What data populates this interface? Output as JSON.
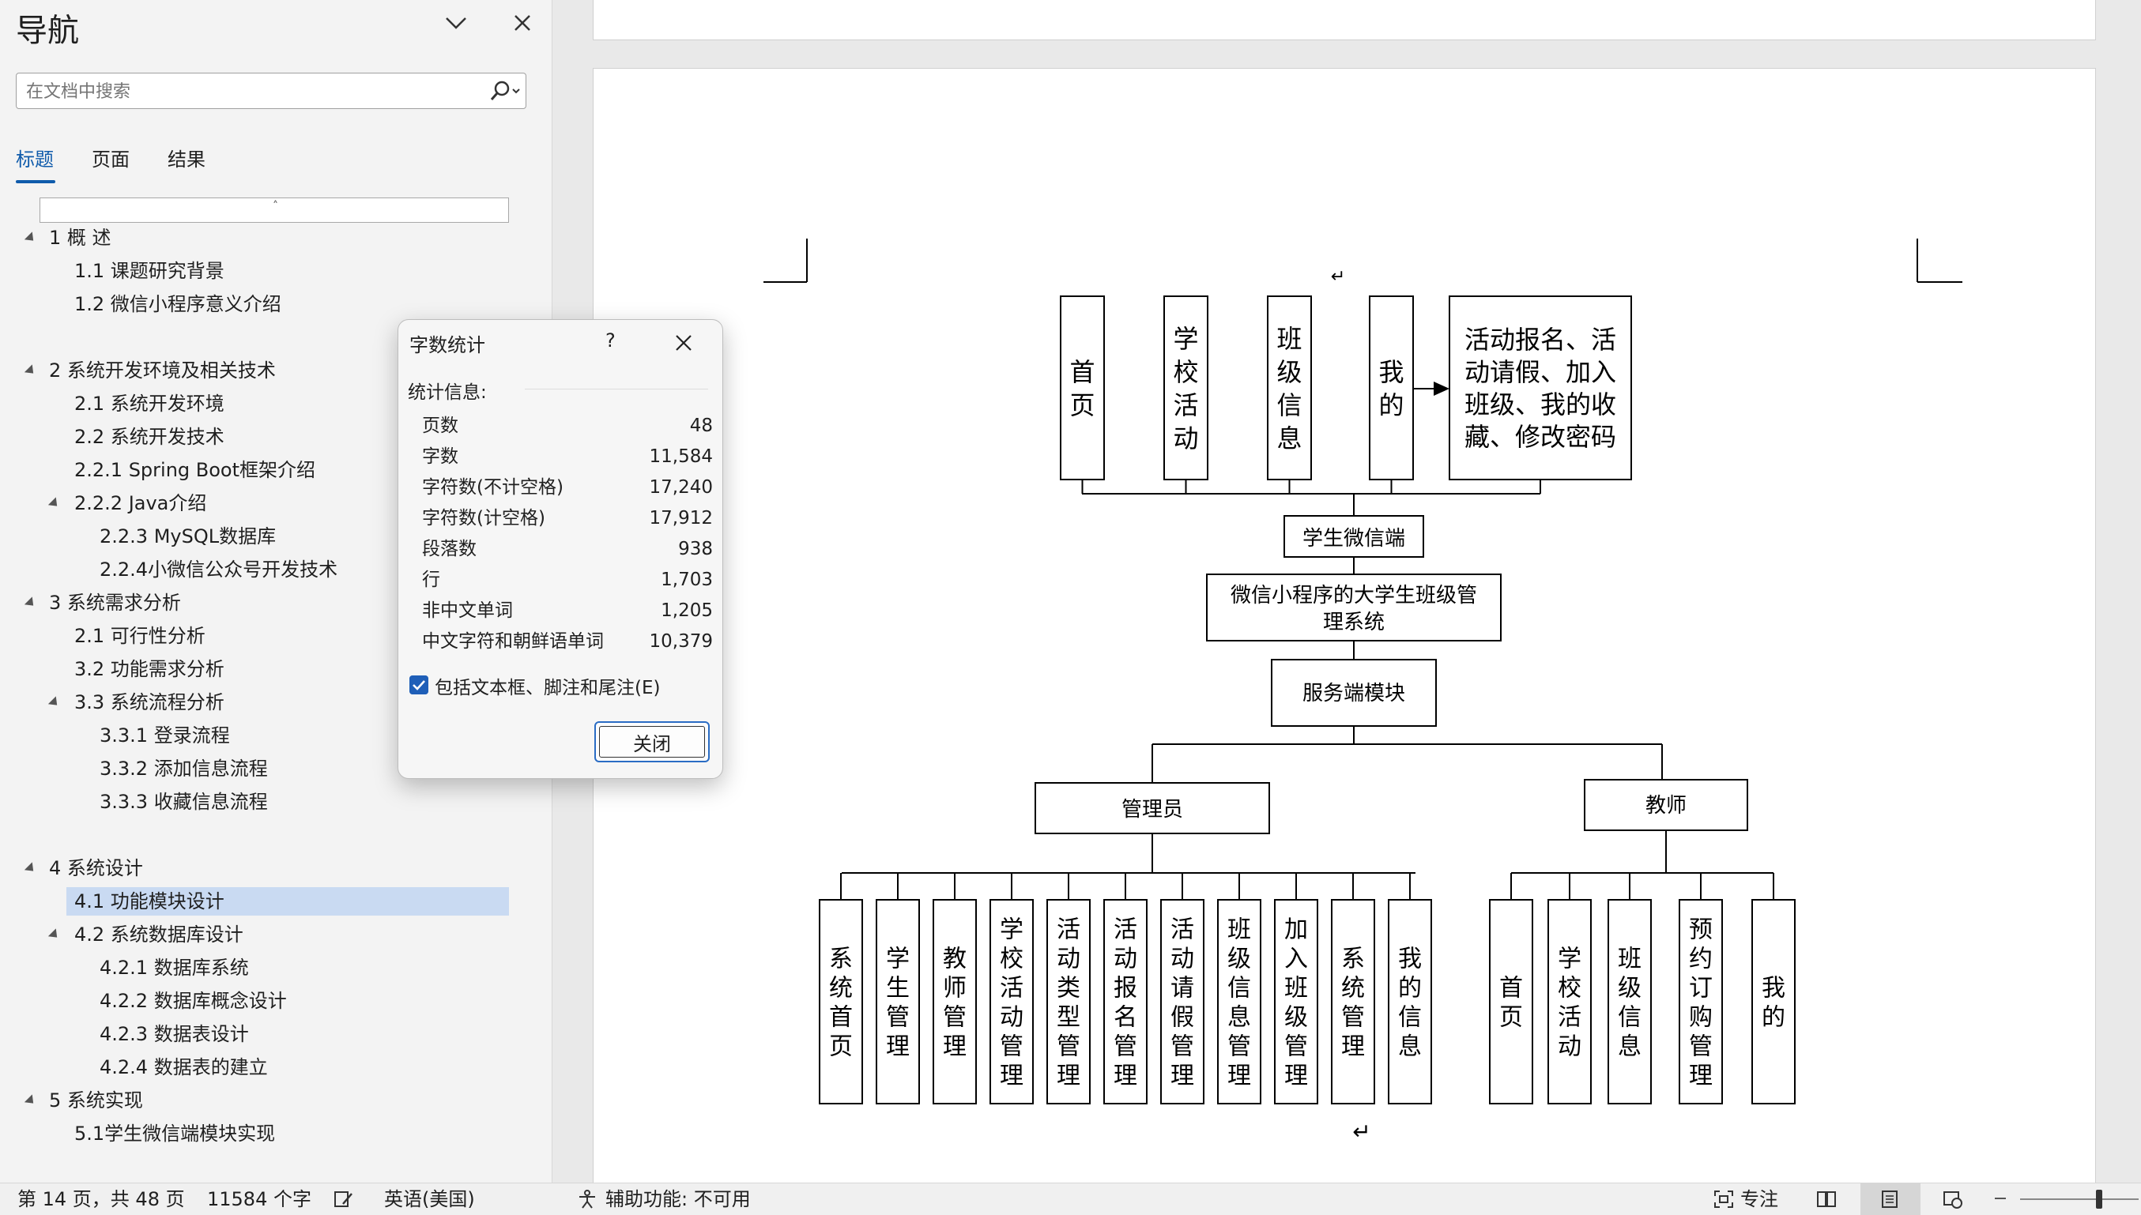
{
  "nav": {
    "title": "导航",
    "search_placeholder": "在文档中搜索",
    "tabs": [
      "标题",
      "页面",
      "结果"
    ],
    "scroll_marker": "˄",
    "tree": [
      {
        "label": "1  概    述",
        "level": 0,
        "expanded": true
      },
      {
        "label": "1.1 课题研究背景",
        "level": 1
      },
      {
        "label": "1.2 微信小程序意义介绍",
        "level": 1
      },
      {
        "label": "2  系统开发环境及相关技术",
        "level": 0,
        "expanded": true
      },
      {
        "label": "2.1 系统开发环境",
        "level": 1
      },
      {
        "label": "2.2 系统开发技术",
        "level": 1
      },
      {
        "label": "2.2.1 Spring Boot框架介绍",
        "level": 1
      },
      {
        "label": "2.2.2 Java介绍",
        "level": 1,
        "expanded": true
      },
      {
        "label": "2.2.3 MySQL数据库",
        "level": 2
      },
      {
        "label": "2.2.4小微信公众号开发技术",
        "level": 2
      },
      {
        "label": "3  系统需求分析",
        "level": 0,
        "expanded": true
      },
      {
        "label": "2.1 可行性分析",
        "level": 1
      },
      {
        "label": "3.2 功能需求分析",
        "level": 1
      },
      {
        "label": "3.3 系统流程分析",
        "level": 1,
        "expanded": true
      },
      {
        "label": "3.3.1 登录流程",
        "level": 2
      },
      {
        "label": "3.3.2 添加信息流程",
        "level": 2
      },
      {
        "label": "3.3.3 收藏信息流程",
        "level": 2
      },
      {
        "label": "4  系统设计",
        "level": 0,
        "expanded": true
      },
      {
        "label": "4.1 功能模块设计",
        "level": 1,
        "selected": true
      },
      {
        "label": "4.2 系统数据库设计",
        "level": 1,
        "expanded": true
      },
      {
        "label": "4.2.1 数据库系统",
        "level": 2
      },
      {
        "label": "4.2.2 数据库概念设计",
        "level": 2
      },
      {
        "label": "4.2.3 数据表设计",
        "level": 2
      },
      {
        "label": "4.2.4 数据表的建立",
        "level": 2
      },
      {
        "label": "5  系统实现",
        "level": 0,
        "expanded": true
      },
      {
        "label": "5.1学生微信端模块实现",
        "level": 1
      }
    ]
  },
  "dialog": {
    "title": "字数统计",
    "help": "?",
    "subtitle": "统计信息:",
    "stats": [
      {
        "label": "页数",
        "value": "48"
      },
      {
        "label": "字数",
        "value": "11,584"
      },
      {
        "label": "字符数(不计空格)",
        "value": "17,240"
      },
      {
        "label": "字符数(计空格)",
        "value": "17,912"
      },
      {
        "label": "段落数",
        "value": "938"
      },
      {
        "label": "行",
        "value": "1,703"
      },
      {
        "label": "非中文单词",
        "value": "1,205"
      },
      {
        "label": "中文字符和朝鲜语单词",
        "value": "10,379"
      }
    ],
    "checkbox_label": "包括文本框、脚注和尾注(E)",
    "checkbox_checked": true,
    "close_label": "关闭"
  },
  "diagram": {
    "return_mark": "↵",
    "top_row": [
      "首页",
      "学校活动",
      "班级信息",
      "我的"
    ],
    "top_callout": [
      "活动报名、活",
      "动请假、加入",
      "班级、我的收",
      "藏、修改密码"
    ],
    "student_node": "学生微信端",
    "system_node": [
      "微信小程序的大学生班级管",
      "理系统"
    ],
    "server_node": "服务端模块",
    "admin_node": "管理员",
    "teacher_node": "教师",
    "admin_children": [
      "系统首页",
      "学生管理",
      "教师管理",
      "学校活动管理",
      "活动类型管理",
      "活动报名管理",
      "活动请假管理",
      "班级信息管理",
      "加入班级管理",
      "系统管理",
      "我的信息"
    ],
    "teacher_children": [
      "首页",
      "学校活动",
      "班级信息",
      "预约订购管理",
      "我的"
    ]
  },
  "status": {
    "page": "第 14 页，共 48 页",
    "words": "11584 个字",
    "language": "英语(美国)",
    "accessibility": "辅助功能: 不可用",
    "focus": "专注"
  }
}
